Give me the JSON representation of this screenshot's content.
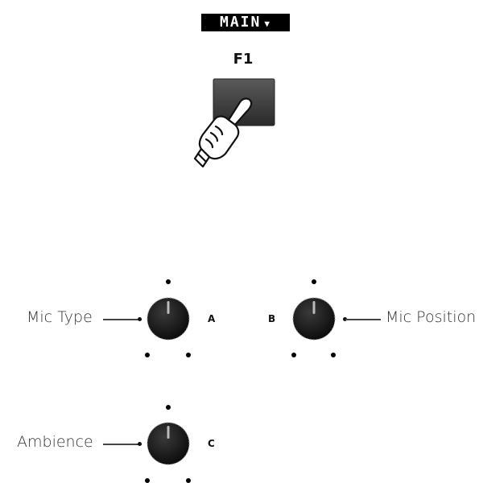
{
  "mode": {
    "label": "MAIN",
    "arrow": "▼"
  },
  "function_button": {
    "label": "F1"
  },
  "knobs": [
    {
      "letter": "A",
      "label": "Mic Type"
    },
    {
      "letter": "B",
      "label": "Mic Position"
    },
    {
      "letter": "C",
      "label": "Ambience"
    }
  ],
  "icons": {
    "hand": "pointing-hand-icon",
    "button": "function-button-icon",
    "knob": "rotary-knob-icon"
  }
}
